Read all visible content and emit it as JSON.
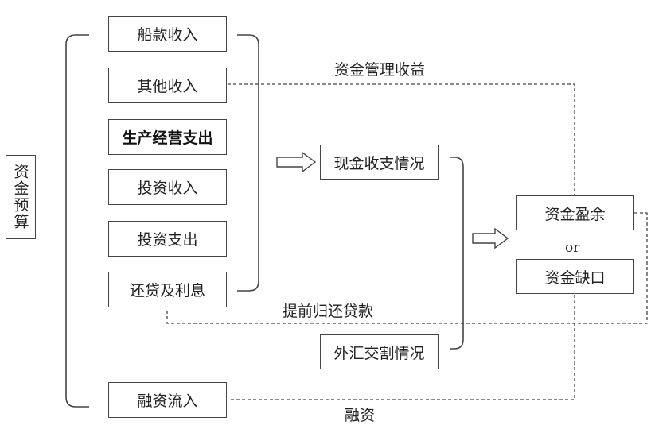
{
  "diagram": {
    "root": "资金预算",
    "items": {
      "ship_income": "船款收入",
      "other_income": "其他收入",
      "operating_expense": "生产经营支出",
      "investment_income": "投资收入",
      "investment_expense": "投资支出",
      "loan_repayment": "还贷及利息",
      "financing_inflow": "融资流入"
    },
    "status": {
      "cash_flow": "现金收支情况",
      "forex": "外汇交割情况"
    },
    "result": {
      "surplus": "资金盈余",
      "connector": "or",
      "gap": "资金缺口"
    },
    "flow_labels": {
      "fund_management_income": "资金管理收益",
      "early_repayment": "提前归还贷款",
      "financing": "融资"
    }
  }
}
